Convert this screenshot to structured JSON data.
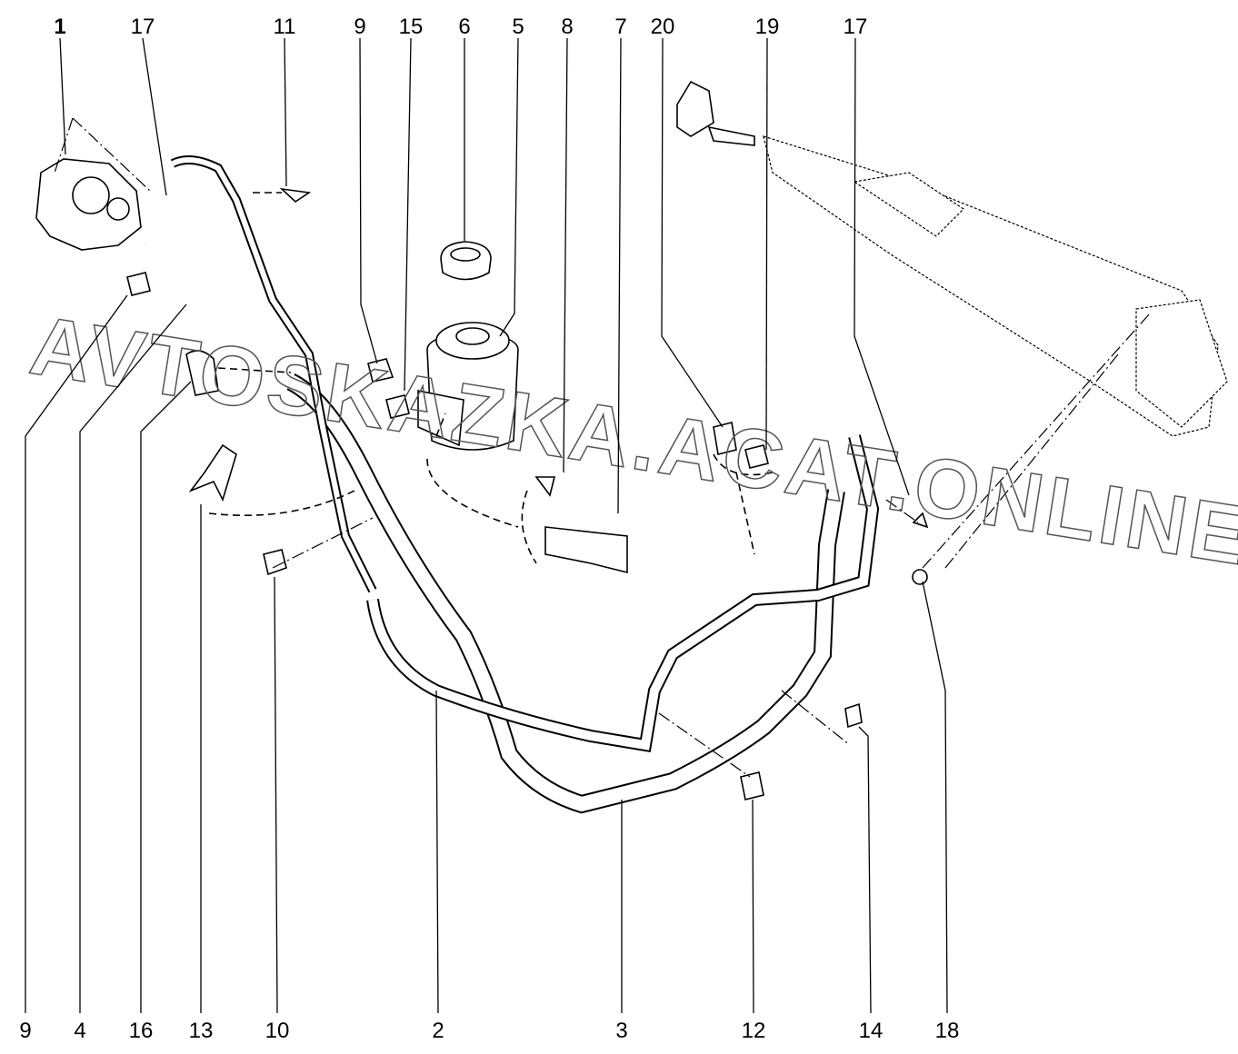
{
  "diagram": {
    "title": "Power steering hoses and reservoir",
    "watermark": "AVTOSKAZKA.ACAT.ONLINE",
    "top_labels": [
      "1",
      "17",
      "11",
      "9",
      "15",
      "6",
      "5",
      "8",
      "7",
      "20",
      "19",
      "17"
    ],
    "bottom_labels": [
      "9",
      "4",
      "16",
      "13",
      "10",
      "2",
      "3",
      "12",
      "14",
      "18"
    ]
  }
}
